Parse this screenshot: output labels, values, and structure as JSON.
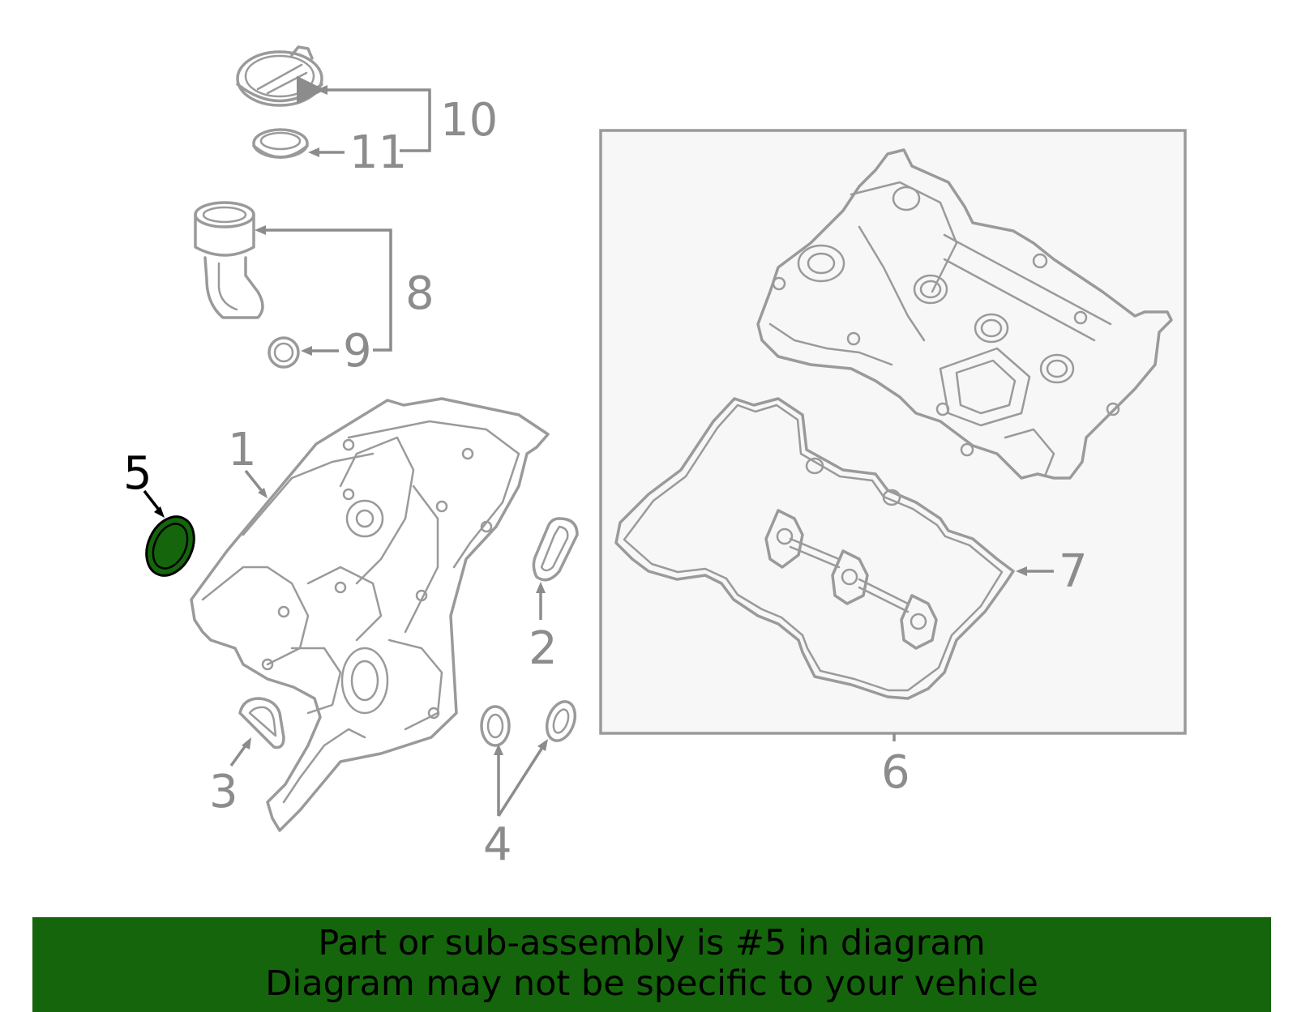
{
  "callouts": {
    "c1": "1",
    "c2": "2",
    "c3": "3",
    "c4": "4",
    "c5": "5",
    "c6": "6",
    "c7": "7",
    "c8": "8",
    "c9": "9",
    "c10": "10",
    "c11": "11"
  },
  "highlight": {
    "part": "5",
    "color": "#15650c"
  },
  "banner": {
    "line1": "Part or sub-assembly is #5 in diagram",
    "line2": "Diagram may not be specific to your vehicle",
    "color": "#15650c"
  }
}
